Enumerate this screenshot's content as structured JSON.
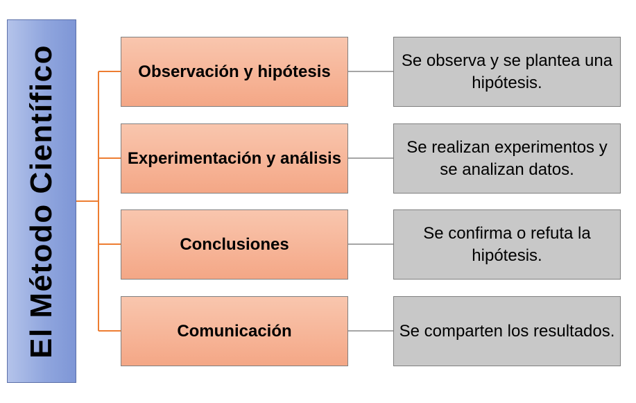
{
  "root": {
    "label": "El Método Científico"
  },
  "steps": [
    {
      "label": "Observación y hipótesis",
      "description": "Se observa y se plantea una hipótesis."
    },
    {
      "label": "Experimentación y análisis",
      "description": "Se realizan experimentos y se analizan datos."
    },
    {
      "label": "Conclusiones",
      "description": "Se confirma o refuta la hipótesis."
    },
    {
      "label": "Comunicación",
      "description": "Se comparten los resultados."
    }
  ],
  "colors": {
    "root_fill": "#90a6de",
    "step_fill": "#f4a786",
    "description_fill": "#c8c8c8",
    "branch_connector": "#ed7d31",
    "description_connector": "#a5a5a5"
  }
}
